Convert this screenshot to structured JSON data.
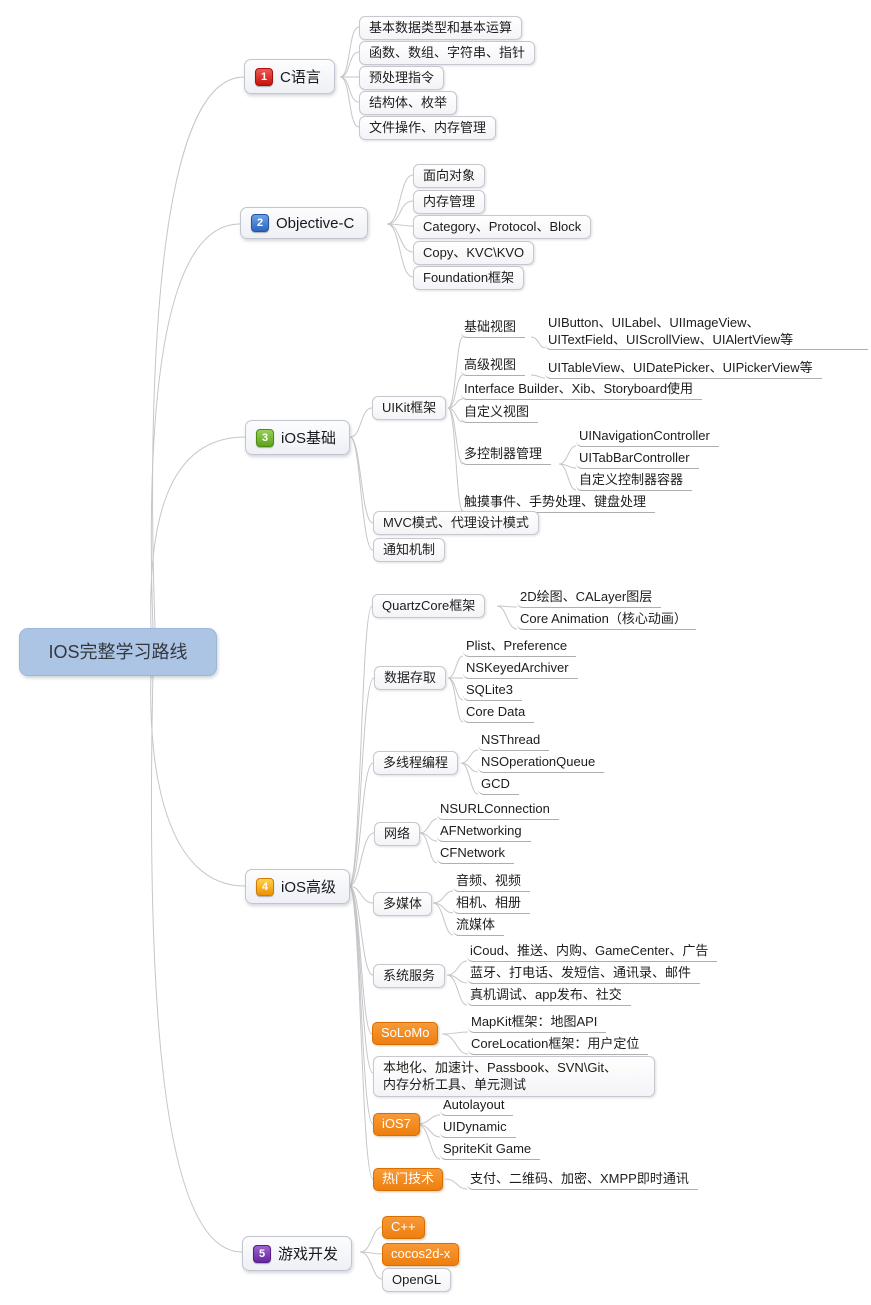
{
  "root": {
    "label": "IOS完整学习路线"
  },
  "branches": [
    {
      "num": "1",
      "label": "C语言",
      "children": [
        {
          "label": "基本数据类型和基本运算"
        },
        {
          "label": "函数、数组、字符串、指针"
        },
        {
          "label": "预处理指令"
        },
        {
          "label": "结构体、枚举"
        },
        {
          "label": "文件操作、内存管理"
        }
      ]
    },
    {
      "num": "2",
      "label": "Objective-C",
      "children": [
        {
          "label": "面向对象"
        },
        {
          "label": "内存管理"
        },
        {
          "label": "Category、Protocol、Block"
        },
        {
          "label": "Copy、KVC\\KVO"
        },
        {
          "label": "Foundation框架"
        }
      ]
    },
    {
      "num": "3",
      "label": "iOS基础",
      "children": [
        {
          "label": "UIKit框架",
          "children": [
            {
              "label": "基础视图",
              "children": [
                {
                  "line1": "UIButton、UILabel、UIImageView、",
                  "line2": "UITextField、UIScrollView、UIAlertView等"
                }
              ]
            },
            {
              "label": "高级视图",
              "children": [
                {
                  "label": "UITableView、UIDatePicker、UIPickerView等"
                }
              ]
            },
            {
              "label": "Interface Builder、Xib、Storyboard使用"
            },
            {
              "label": "自定义视图"
            },
            {
              "label": "多控制器管理",
              "children": [
                {
                  "label": "UINavigationController"
                },
                {
                  "label": "UITabBarController"
                },
                {
                  "label": "自定义控制器容器"
                }
              ]
            },
            {
              "label": "触摸事件、手势处理、键盘处理"
            }
          ]
        },
        {
          "label": "MVC模式、代理设计模式"
        },
        {
          "label": "通知机制"
        }
      ]
    },
    {
      "num": "4",
      "label": "iOS高级",
      "children": [
        {
          "label": "QuartzCore框架",
          "children": [
            {
              "label": "2D绘图、CALayer图层"
            },
            {
              "label": "Core Animation（核心动画）"
            }
          ]
        },
        {
          "label": "数据存取",
          "children": [
            {
              "label": "Plist、Preference"
            },
            {
              "label": "NSKeyedArchiver"
            },
            {
              "label": "SQLite3"
            },
            {
              "label": "Core Data"
            }
          ]
        },
        {
          "label": "多线程编程",
          "children": [
            {
              "label": "NSThread"
            },
            {
              "label": "NSOperationQueue"
            },
            {
              "label": "GCD"
            }
          ]
        },
        {
          "label": "网络",
          "children": [
            {
              "label": "NSURLConnection"
            },
            {
              "label": "AFNetworking"
            },
            {
              "label": "CFNetwork"
            }
          ]
        },
        {
          "label": "多媒体",
          "children": [
            {
              "label": "音频、视频"
            },
            {
              "label": "相机、相册"
            },
            {
              "label": "流媒体"
            }
          ]
        },
        {
          "label": "系统服务",
          "children": [
            {
              "label": "iCoud、推送、内购、GameCenter、广告"
            },
            {
              "label": "蓝牙、打电话、发短信、通讯录、邮件"
            },
            {
              "label": "真机调试、app发布、社交"
            }
          ]
        },
        {
          "label": "SoLoMo",
          "children": [
            {
              "label": "MapKit框架：地图API"
            },
            {
              "label": "CoreLocation框架：用户定位"
            }
          ]
        },
        {
          "line1": "本地化、加速计、Passbook、SVN\\Git、",
          "line2": "内存分析工具、单元测试"
        },
        {
          "label": "iOS7",
          "children": [
            {
              "label": "Autolayout"
            },
            {
              "label": "UIDynamic"
            },
            {
              "label": "SpriteKit Game"
            }
          ]
        },
        {
          "label": "热门技术",
          "children": [
            {
              "label": "支付、二维码、加密、XMPP即时通讯"
            }
          ]
        }
      ]
    },
    {
      "num": "5",
      "label": "游戏开发",
      "children": [
        {
          "label": "C++"
        },
        {
          "label": "cocos2d-x"
        },
        {
          "label": "OpenGL"
        }
      ]
    }
  ],
  "colors": {
    "root_bg": "#adc5e5",
    "badge_1": "#c41310",
    "badge_2": "#2b66c0",
    "badge_3": "#5da21c",
    "badge_4": "#f09000",
    "badge_5": "#6626a0",
    "orange_node": "#ee7f0e",
    "connector": "#c5c6ca"
  }
}
